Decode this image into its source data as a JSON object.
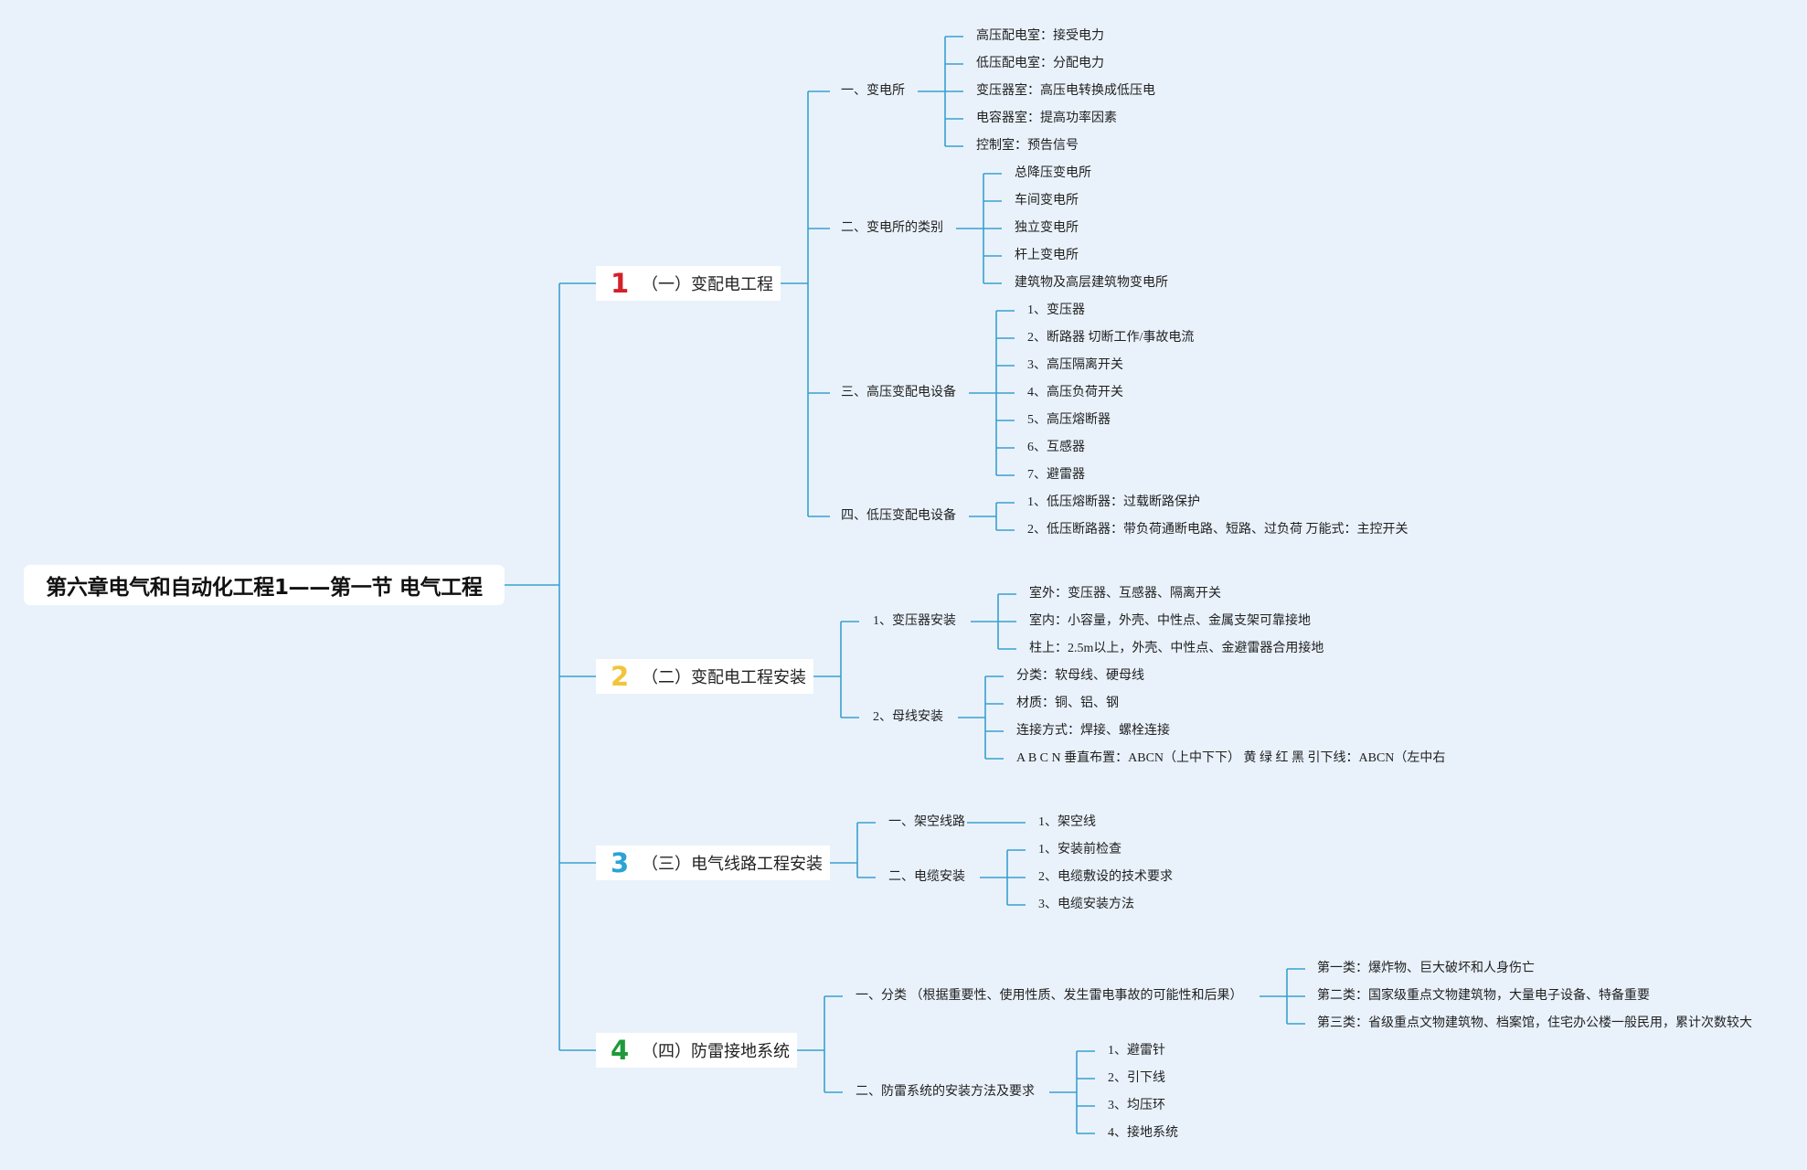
{
  "colors": {
    "background": "#e9f2fb",
    "connector": "#3aa0d0",
    "branch_numbers": [
      "#d4202b",
      "#f2c43a",
      "#2ba3d6",
      "#1f9a3a"
    ]
  },
  "root": {
    "title": "第六章电气和自动化工程1——第一节 电气工程"
  },
  "branches": [
    {
      "number": "1",
      "label": "（一）变配电工程",
      "children": [
        {
          "label": "一、变电所",
          "children": [
            "高压配电室：接受电力",
            "低压配电室：分配电力",
            "变压器室：高压电转换成低压电",
            "电容器室：提高功率因素",
            "控制室：预告信号"
          ]
        },
        {
          "label": "二、变电所的类别",
          "children": [
            "总降压变电所",
            "车间变电所",
            "独立变电所",
            "杆上变电所",
            "建筑物及高层建筑物变电所"
          ]
        },
        {
          "label": "三、高压变配电设备",
          "children": [
            "1、变压器",
            "2、断路器 切断工作/事故电流",
            "3、高压隔离开关",
            "4、高压负荷开关",
            "5、高压熔断器",
            "6、互感器",
            "7、避雷器"
          ]
        },
        {
          "label": "四、低压变配电设备",
          "children": [
            "1、低压熔断器：过载断路保护",
            "2、低压断路器：带负荷通断电路、短路、过负荷 万能式：主控开关"
          ]
        }
      ]
    },
    {
      "number": "2",
      "label": "（二）变配电工程安装",
      "children": [
        {
          "label": "1、变压器安装",
          "children": [
            "室外：变压器、互感器、隔离开关",
            "室内：小容量，外壳、中性点、金属支架可靠接地",
            "柱上：2.5m以上，外壳、中性点、金避雷器合用接地"
          ]
        },
        {
          "label": "2、母线安装",
          "children": [
            "分类：软母线、硬母线",
            "材质：铜、铝、钢",
            "连接方式：焊接、螺栓连接",
            "A B C N 垂直布置：ABCN（上中下下） 黄 绿 红 黑 引下线：ABCN（左中右"
          ]
        }
      ]
    },
    {
      "number": "3",
      "label": "（三）电气线路工程安装",
      "children": [
        {
          "label": "一、架空线路",
          "children": [
            "1、架空线"
          ]
        },
        {
          "label": "二、电缆安装",
          "children": [
            "1、安装前检查",
            "2、电缆敷设的技术要求",
            "3、电缆安装方法"
          ]
        }
      ]
    },
    {
      "number": "4",
      "label": "（四）防雷接地系统",
      "children": [
        {
          "label": "一、分类 （根据重要性、使用性质、发生雷电事故的可能性和后果）",
          "children": [
            "第一类：爆炸物、巨大破坏和人身伤亡",
            "第二类：国家级重点文物建筑物，大量电子设备、特备重要",
            "第三类：省级重点文物建筑物、档案馆，住宅办公楼一般民用，累计次数较大"
          ]
        },
        {
          "label": "二、防雷系统的安装方法及要求",
          "children": [
            "1、避雷针",
            "2、引下线",
            "3、均压环",
            "4、接地系统"
          ]
        }
      ]
    }
  ]
}
